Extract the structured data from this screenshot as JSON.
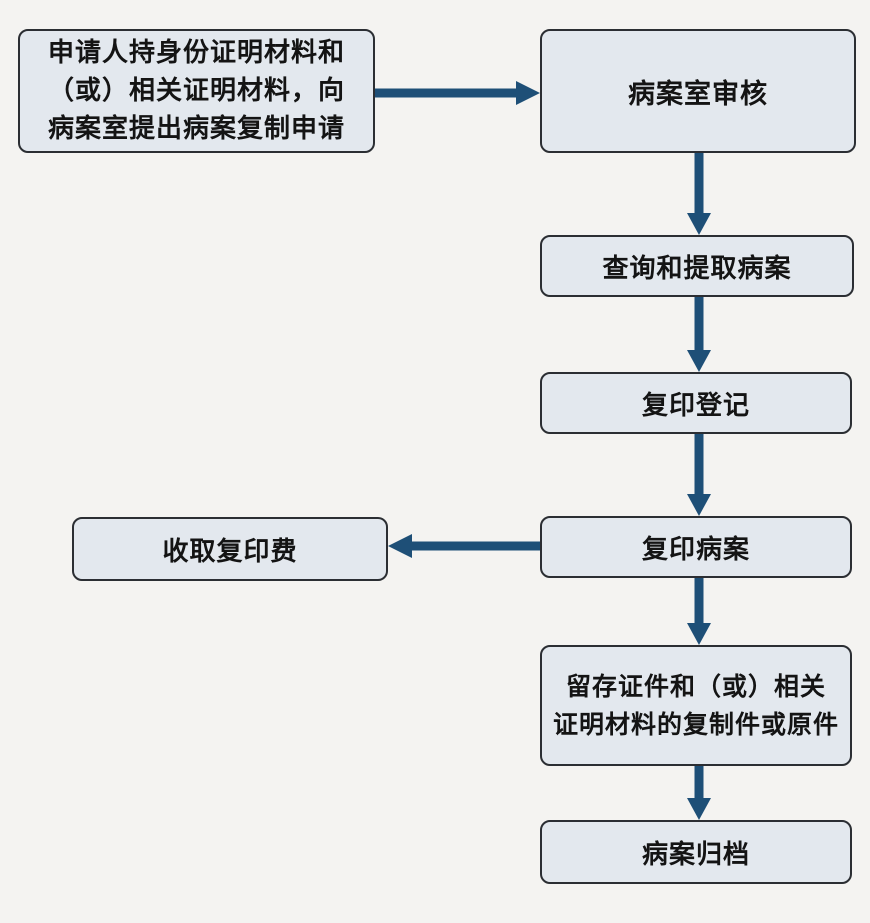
{
  "flowchart": {
    "nodes": {
      "apply": "申请人持身份证明材料和\n（或）相关证明材料，向\n病案室提出病案复制申请",
      "review": "病案室审核",
      "query": "查询和提取病案",
      "register": "复印登记",
      "copy": "复印病案",
      "fee": "收取复印费",
      "retain": "留存证件和（或）相关\n证明材料的复制件或原件",
      "archive": "病案归档"
    },
    "edges": [
      {
        "from": "apply",
        "to": "review"
      },
      {
        "from": "review",
        "to": "query"
      },
      {
        "from": "query",
        "to": "register"
      },
      {
        "from": "register",
        "to": "copy"
      },
      {
        "from": "copy",
        "to": "fee"
      },
      {
        "from": "copy",
        "to": "retain"
      },
      {
        "from": "retain",
        "to": "archive"
      }
    ]
  },
  "colors": {
    "box_fill": "#e3e8ee",
    "box_border": "#2b2e33",
    "arrow": "#1e4f77",
    "background": "#f4f3f1"
  }
}
